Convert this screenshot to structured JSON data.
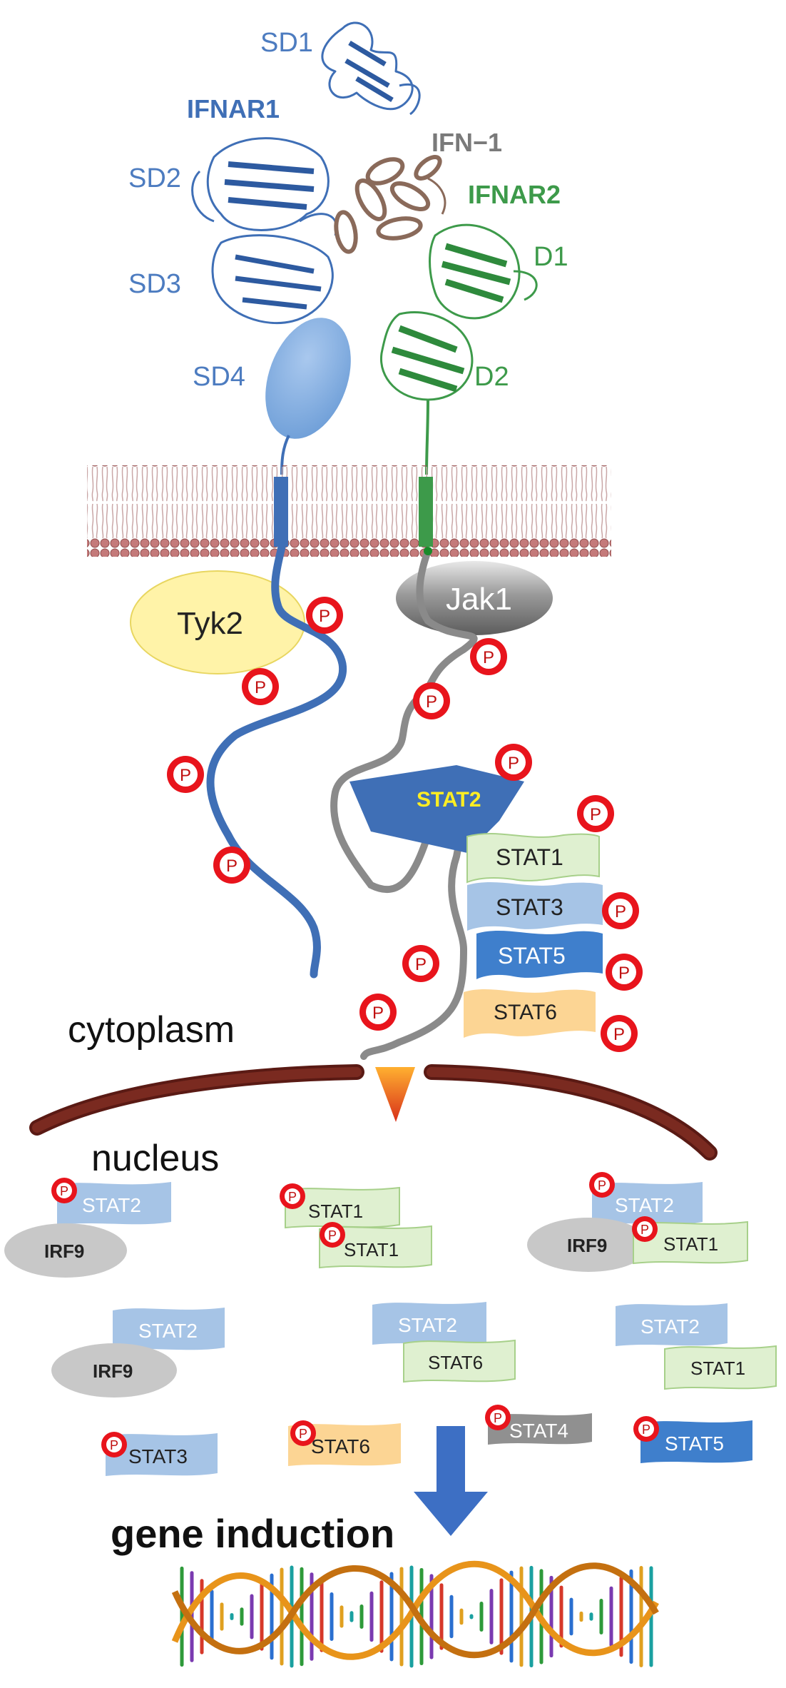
{
  "labels": {
    "sd1": "SD1",
    "ifnar1": "IFNAR1",
    "ifn1": "IFN−1",
    "ifnar2": "IFNAR2",
    "sd2": "SD2",
    "d1": "D1",
    "sd3": "SD3",
    "sd4": "SD4",
    "d2": "D2",
    "tyk2": "Tyk2",
    "jak1": "Jak1",
    "cytoplasm": "cytoplasm",
    "nucleus": "nucleus",
    "gene_induction": "gene induction",
    "p": "P"
  },
  "cytoplasm_stats": [
    {
      "name": "STAT2"
    },
    {
      "name": "STAT1"
    },
    {
      "name": "STAT3"
    },
    {
      "name": "STAT5"
    },
    {
      "name": "STAT6"
    }
  ],
  "nucleus_complexes": [
    {
      "name": "STAT2"
    },
    {
      "name": "IRF9"
    },
    {
      "name": "STAT1"
    },
    {
      "name": "STAT1"
    },
    {
      "name": "STAT2"
    },
    {
      "name": "IRF9"
    },
    {
      "name": "STAT1"
    },
    {
      "name": "STAT2"
    },
    {
      "name": "IRF9"
    },
    {
      "name": "STAT2"
    },
    {
      "name": "STAT6"
    },
    {
      "name": "STAT2"
    },
    {
      "name": "STAT1"
    },
    {
      "name": "STAT3"
    },
    {
      "name": "STAT6"
    },
    {
      "name": "STAT4"
    },
    {
      "name": "STAT5"
    }
  ],
  "colors": {
    "ifnar1": "#3f6fb6",
    "ifnar1_light": "#7fa6dc",
    "ifnar2": "#3d9a4a",
    "ifn": "#8a6a5a",
    "phospho_ring": "#e8141c",
    "jak1": "#7a7a7a",
    "tyk2": "#fff3a8",
    "nuclear_envelope": "#5a1a14",
    "arrow_blue": "#3d6fc4",
    "dna_backbone": "#e8941a"
  }
}
